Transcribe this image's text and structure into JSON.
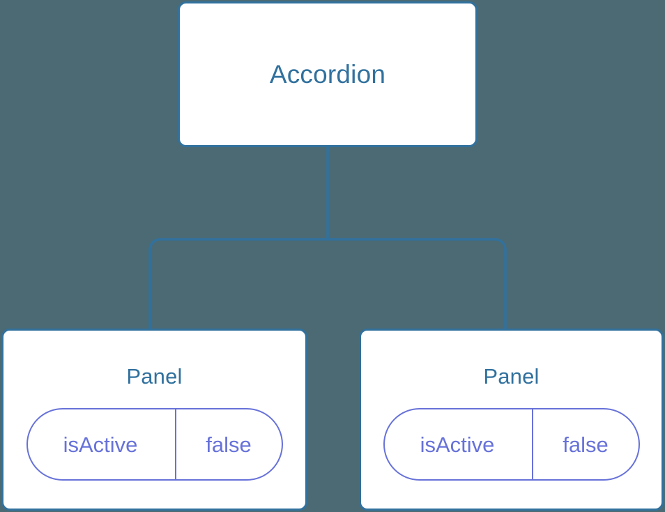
{
  "diagram": {
    "type": "component-tree",
    "background_color": "#4b6a73",
    "node_fill_color": "#ffffff",
    "node_border_color": "#31719e",
    "node_text_color": "#31719e",
    "connector_color": "#31719e",
    "pill_border_color": "#6772d9",
    "pill_text_color": "#6772d9",
    "root": {
      "title": "Accordion"
    },
    "children": [
      {
        "title": "Panel",
        "state": {
          "key": "isActive",
          "value": "false"
        }
      },
      {
        "title": "Panel",
        "state": {
          "key": "isActive",
          "value": "false"
        }
      }
    ]
  }
}
